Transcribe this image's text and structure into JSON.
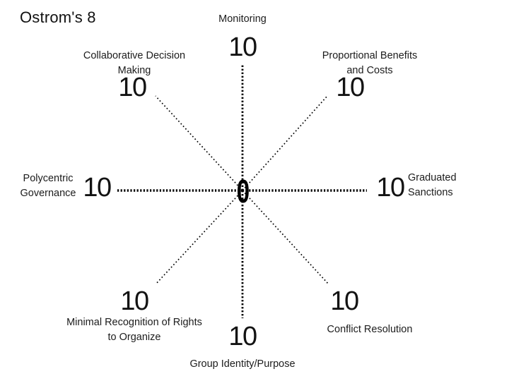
{
  "slide": {
    "title": "Ostrom's 8",
    "background_color": "#ffffff",
    "ink_color": "#000000"
  },
  "chart": {
    "type": "radar-axes",
    "center_label": "0",
    "axes": [
      {
        "label": "Monitoring",
        "position": "top",
        "max": "10"
      },
      {
        "label": "Proportional Benefits and Costs",
        "position": "top-right",
        "max": "10"
      },
      {
        "label": "Graduated Sanctions",
        "position": "right",
        "max": "10"
      },
      {
        "label": "Conflict Resolution",
        "position": "bottom-right",
        "max": "10"
      },
      {
        "label": "Group Identity/Purpose",
        "position": "bottom",
        "max": "10"
      },
      {
        "label": "Minimal Recognition of Rights to Organize",
        "position": "bottom-left",
        "max": "10"
      },
      {
        "label": "Polycentric Governance",
        "position": "left",
        "max": "10"
      },
      {
        "label": "Collaborative Decision Making",
        "position": "top-left",
        "max": "10"
      }
    ]
  },
  "chart_data": {
    "type": "radar",
    "title": "Ostrom's 8",
    "categories": [
      "Monitoring",
      "Proportional Benefits and Costs",
      "Graduated Sanctions",
      "Conflict Resolution",
      "Group Identity/Purpose",
      "Minimal Recognition of Rights to Organize",
      "Polycentric Governance",
      "Collaborative Decision Making"
    ],
    "axis_range": [
      0,
      10
    ],
    "axis_tick_labels_shown": [
      "0",
      "10"
    ],
    "series": [],
    "layout": {
      "grid": false,
      "legend": "none",
      "style": "dotted axis rays from center"
    }
  }
}
